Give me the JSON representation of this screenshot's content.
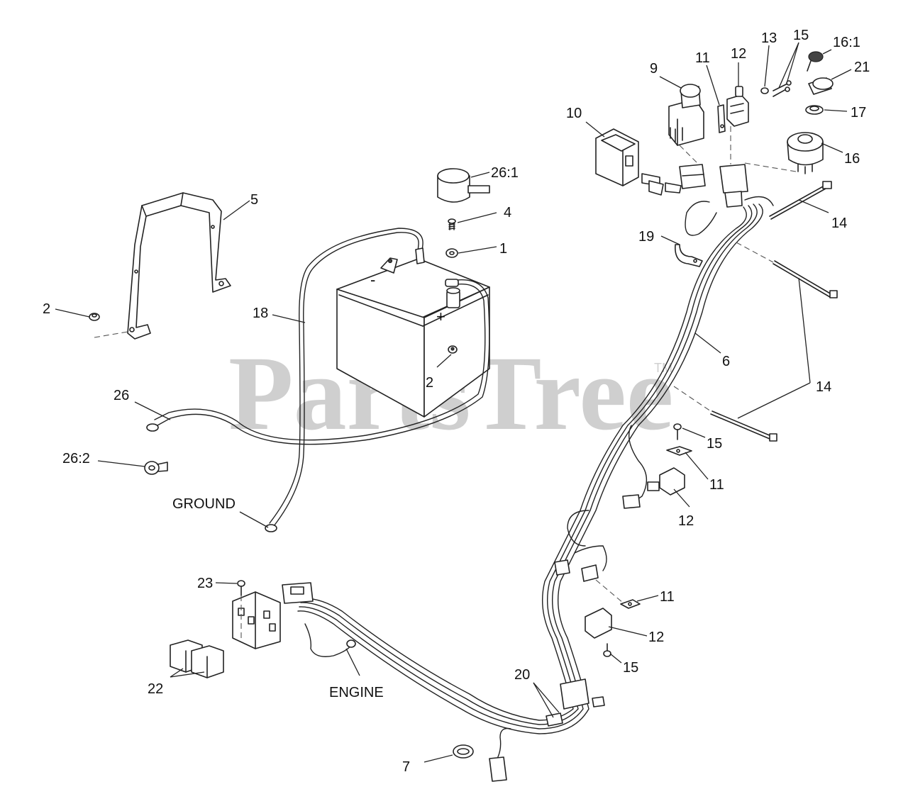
{
  "watermark": {
    "text": "PartsTree",
    "tm": "TM"
  },
  "signs": {
    "minus": "-",
    "plus": "+"
  },
  "callouts": {
    "c1": "1",
    "c2a": "2",
    "c2b": "2",
    "c4": "4",
    "c5": "5",
    "c6": "6",
    "c7": "7",
    "c9": "9",
    "c10": "10",
    "c11a": "11",
    "c11b": "11",
    "c11c": "11",
    "c12a": "12",
    "c12b": "12",
    "c12c": "12",
    "c13": "13",
    "c14a": "14",
    "c14b": "14",
    "c15a": "15",
    "c15b": "15",
    "c15c": "15",
    "c16": "16",
    "c16_1": "16:1",
    "c17": "17",
    "c18": "18",
    "c19": "19",
    "c20": "20",
    "c21": "21",
    "c22": "22",
    "c23": "23",
    "c26": "26",
    "c26_1": "26:1",
    "c26_2": "26:2"
  },
  "text_labels": {
    "ground": "GROUND",
    "engine": "ENGINE"
  }
}
